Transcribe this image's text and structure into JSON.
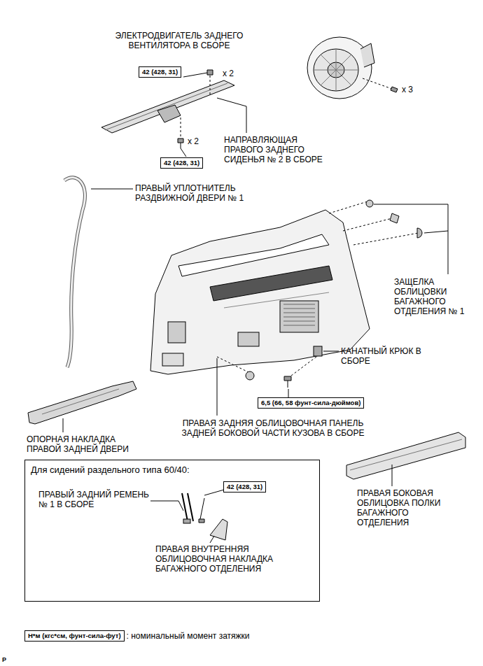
{
  "diagram": {
    "nodes": [
      {
        "text": [
          "42 (428, 31)"
        ]
      },
      {
        "text": [
          "42 (428, 31)"
        ]
      },
      {
        "text": [
          "6,5 (66, 58 фунт-сила-дюймов)"
        ]
      },
      {
        "text": [
          "Для сидений раздельного типа 60/40:"
        ]
      },
      {
        "text": [
          "42 (428, 31)"
        ],
        "in": 3
      },
      {
        "text": [
          "Н*м (кгс*см, фунт-сила-фут)"
        ]
      }
    ],
    "labels": [
      "ЭЛЕКТРОДВИГАТЕЛЬ ЗАДНЕГО ВЕНТИЛЯТОРА В СБОРЕ",
      "x 2",
      "x 2",
      "x 3",
      "НАПРАВЛЯЮЩАЯ ПРАВОГО ЗАДНЕГО СИДЕНЬЯ № 2 В СБОРЕ",
      "ПРАВЫЙ УПЛОТНИТЕЛЬ РАЗДВИЖНОЙ ДВЕРИ № 1",
      "ЗАЩЕЛКА ОБЛИЦОВКИ БАГАЖНОГО ОТДЕЛЕНИЯ № 1",
      "КАНАТНЫЙ КРЮК В СБОРЕ",
      "ОПОРНАЯ НАКЛАДКА ПРАВОЙ ЗАДНЕЙ ДВЕРИ",
      "ПРАВАЯ ЗАДНЯЯ ОБЛИЦОВОЧНАЯ ПАНЕЛЬ ЗАДНЕЙ БОКОВОЙ ЧАСТИ КУЗОВА В СБОРЕ",
      "ПРАВЫЙ ЗАДНИЙ РЕМЕНЬ № 1 В СБОРЕ",
      "ПРАВАЯ ВНУТРЕННЯЯ ОБЛИЦОВОЧНАЯ НАКЛАДКА БАГАЖНОГО ОТДЕЛЕНИЯ",
      "ПРАВАЯ БОКОВАЯ ОБЛИЦОВКА ПОЛКИ БАГАЖНОГО ОТДЕЛЕНИЯ",
      ": номинальный момент затяжки",
      "P"
    ]
  }
}
